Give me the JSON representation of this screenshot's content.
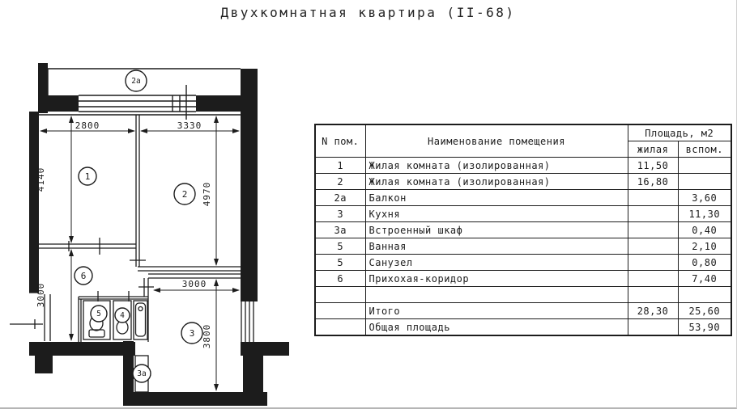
{
  "title": "Двухкомнатная квартира (II-68)",
  "colors": {
    "ink": "#1c1c1c",
    "paper": "#ffffff"
  },
  "plan": {
    "room_labels": {
      "living1": "1",
      "living2": "2",
      "balcony": "2а",
      "kitchen": "3",
      "closet": "3а",
      "bath": "4",
      "wc": "5",
      "hall": "6"
    },
    "dimensions": {
      "room1_width": "2800",
      "room2_width": "3330",
      "room1_height": "4140",
      "room2_height": "4970",
      "hall_height": "3000",
      "kitchen_width": "3000",
      "kitchen_height": "3800"
    }
  },
  "table": {
    "headers": {
      "num": "N пом.",
      "name": "Наименование помещения",
      "area_group": "Площадь,  м2",
      "living": "жилая",
      "aux": "вспом."
    },
    "rows": [
      {
        "num": "1",
        "name": "Жилая комната (изолированная)",
        "zhilaya": "11,50",
        "vspom": ""
      },
      {
        "num": "2",
        "name": "Жилая комната (изолированная)",
        "zhilaya": "16,80",
        "vspom": ""
      },
      {
        "num": "2а",
        "name": "Балкон",
        "zhilaya": "",
        "vspom": "3,60"
      },
      {
        "num": "3",
        "name": "Кухня",
        "zhilaya": "",
        "vspom": "11,30"
      },
      {
        "num": "3а",
        "name": "Встроенный шкаф",
        "zhilaya": "",
        "vspom": "0,40"
      },
      {
        "num": "5",
        "name": "Ванная",
        "zhilaya": "",
        "vspom": "2,10"
      },
      {
        "num": "5",
        "name": "Санузел",
        "zhilaya": "",
        "vspom": "0,80"
      },
      {
        "num": "6",
        "name": "Прихохая-коридор",
        "zhilaya": "",
        "vspom": "7,40"
      },
      {
        "num": "",
        "name": "",
        "zhilaya": "",
        "vspom": ""
      },
      {
        "num": "",
        "name": "Итого",
        "zhilaya": "28,30",
        "vspom": "25,60"
      },
      {
        "num": "",
        "name": "Общая площадь",
        "zhilaya": "",
        "vspom": "53,90"
      }
    ]
  }
}
